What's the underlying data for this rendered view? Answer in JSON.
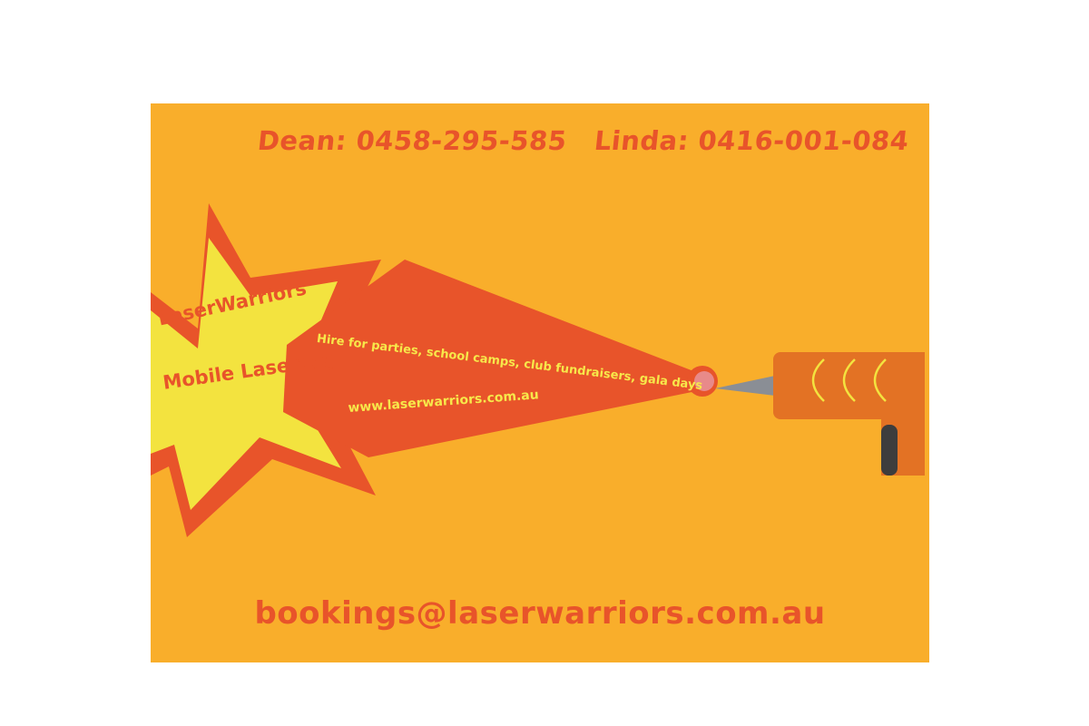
{
  "card": {
    "contacts": {
      "dean": "Dean:  0458-295-585",
      "linda": "Linda: 0416-001-084"
    },
    "brand": {
      "line1": "LaserWarriors",
      "line2": "Mobile Lasertag"
    },
    "beam": {
      "tagline": "Hire for parties, school camps, club fundraisers, gala days",
      "website": "www.laserwarriors.com.au"
    },
    "email": "bookings@laserwarriors.com.au"
  },
  "colors": {
    "background": "#F9AE2B",
    "accent": "#E8542A",
    "star": "#F3E33F",
    "gun": "#E37224",
    "grip": "#3D3D3D"
  },
  "icons": [
    "starburst-icon",
    "laser-beam-icon",
    "laser-gun-icon"
  ]
}
